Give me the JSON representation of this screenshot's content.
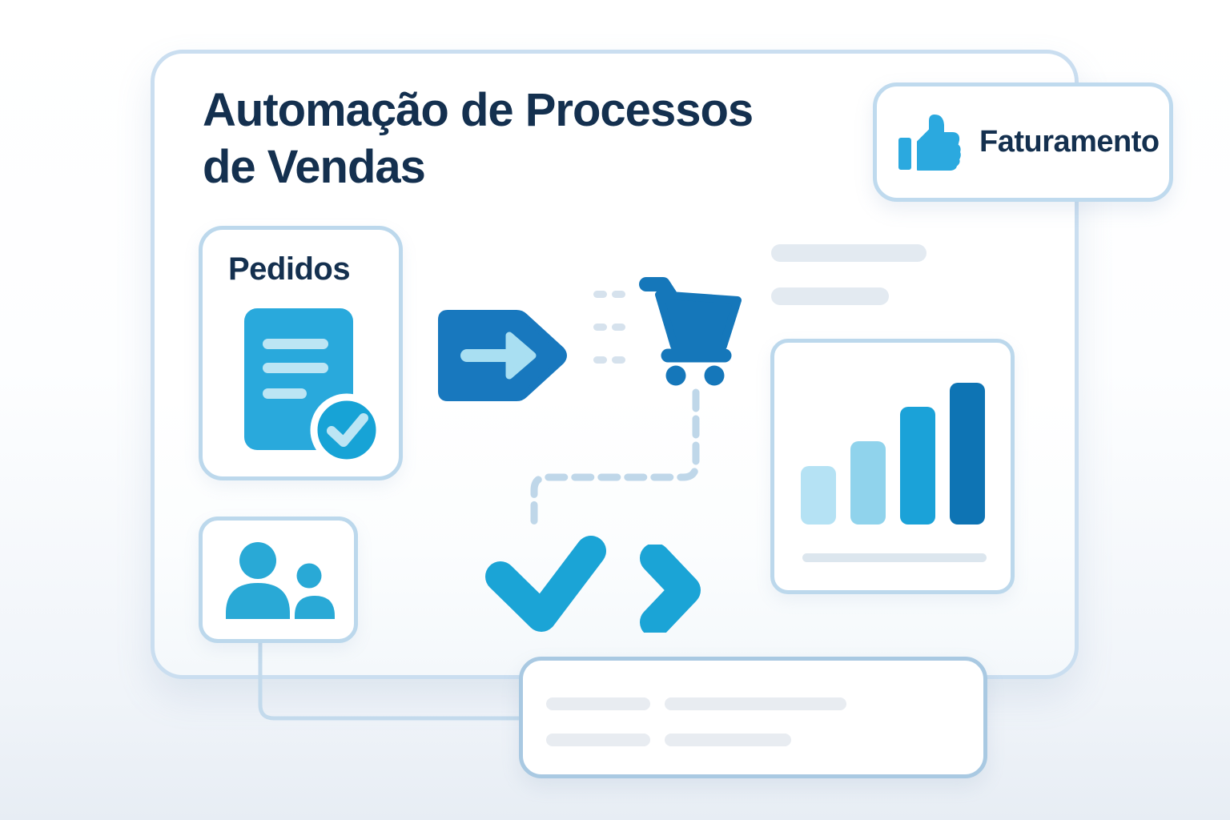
{
  "illustration": {
    "title": "Automação de Processos de Vendas",
    "title_line1": "Automação de Processos",
    "title_line2": "de Vendas"
  },
  "badge": {
    "label": "Faturamento",
    "icon": "thumbs-up-icon"
  },
  "orders_card": {
    "title": "Pedidos",
    "icon": "document-check-icon"
  },
  "customers_card": {
    "icon": "people-icon"
  },
  "flow": {
    "icons": [
      "tag-arrow-icon",
      "cart-icon",
      "check-icon",
      "chevron-right-icon"
    ],
    "connector_style": "dashed"
  },
  "chart_data": {
    "type": "bar",
    "values": [
      41,
      59,
      83,
      100
    ],
    "bar_colors": [
      "#B5E2F4",
      "#90D3EC",
      "#1BA2D8",
      "#0E74B4"
    ],
    "title": "",
    "xlabel": "",
    "ylabel": "",
    "tick_labels": [],
    "legend": false,
    "grid": false,
    "baseline": true,
    "note": "decorative growth chart, bars unlabeled; values are heights relative to tallest bar (%)"
  },
  "colors": {
    "navy_text": "#14304F",
    "bright_blue": "#29A9DC",
    "deep_blue": "#1577BA",
    "light_blue": "#A9DFF2",
    "card_border": "#BCD8EC",
    "placeholder_gray": "#E6EBF1",
    "dash_blue": "#BFD7E9"
  }
}
